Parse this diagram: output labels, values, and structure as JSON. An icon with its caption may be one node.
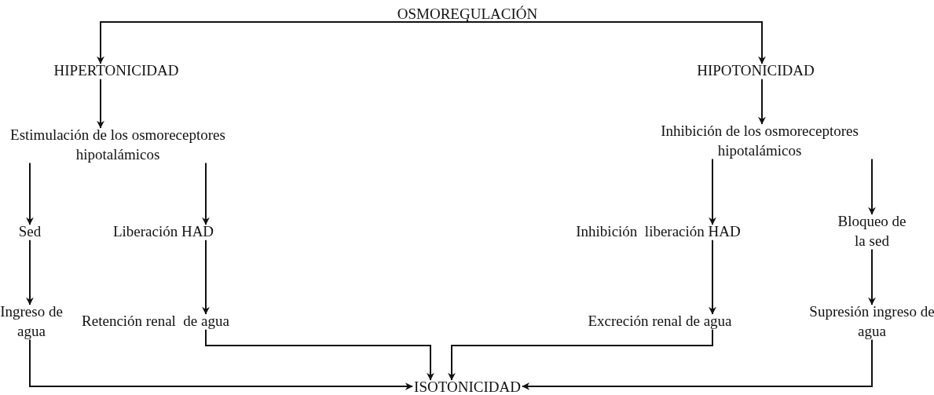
{
  "diagram": {
    "nodes": [
      {
        "text": [
          "OSMOREGULACIÓN"
        ]
      },
      {
        "text": [
          "HIPERTONICIDAD"
        ]
      },
      {
        "text": [
          "HIPOTONICIDAD"
        ]
      },
      {
        "text": [
          "Estimulación de los osmoreceptores hipotalámicos"
        ]
      },
      {
        "text": [
          "Inhibición de los osmoreceptores hipotalámicos"
        ]
      },
      {
        "text": [
          "Sed"
        ]
      },
      {
        "text": [
          "Liberación HAD"
        ]
      },
      {
        "text": [
          "Inhibición  liberación HAD"
        ]
      },
      {
        "text": [
          "Bloqueo de la sed"
        ]
      },
      {
        "text": [
          "Ingreso de agua"
        ]
      },
      {
        "text": [
          "Retención renal  de agua"
        ]
      },
      {
        "text": [
          "Excreción renal de agua"
        ]
      },
      {
        "text": [
          "Supresión ingreso de agua"
        ]
      },
      {
        "text": [
          "ISOTONICIDAD"
        ]
      }
    ],
    "edges": [
      {
        "from": 0,
        "to": 1,
        "arrow": "to"
      },
      {
        "from": 0,
        "to": 2,
        "arrow": "to"
      },
      {
        "from": 1,
        "to": 3,
        "arrow": "to"
      },
      {
        "from": 2,
        "to": 4,
        "arrow": "to"
      },
      {
        "from": 3,
        "to": 5,
        "arrow": "to"
      },
      {
        "from": 3,
        "to": 6,
        "arrow": "to"
      },
      {
        "from": 4,
        "to": 7,
        "arrow": "to"
      },
      {
        "from": 4,
        "to": 8,
        "arrow": "to"
      },
      {
        "from": 5,
        "to": 9,
        "arrow": "to"
      },
      {
        "from": 6,
        "to": 10,
        "arrow": "to"
      },
      {
        "from": 7,
        "to": 11,
        "arrow": "to"
      },
      {
        "from": 8,
        "to": 12,
        "arrow": "to"
      },
      {
        "from": 9,
        "to": 13,
        "arrow": "to"
      },
      {
        "from": 10,
        "to": 13,
        "arrow": "to"
      },
      {
        "from": 11,
        "to": 13,
        "arrow": "to"
      },
      {
        "from": 12,
        "to": 13,
        "arrow": "to"
      }
    ]
  }
}
